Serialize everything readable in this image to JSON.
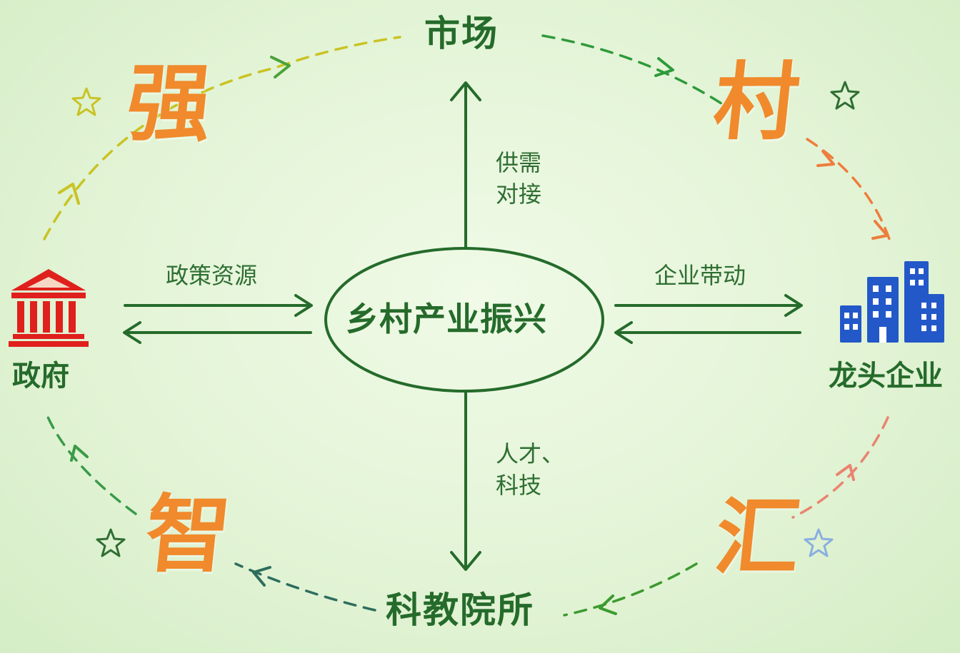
{
  "center": {
    "label": "乡村产业振兴"
  },
  "nodes": {
    "market": "市场",
    "government": "政府",
    "enterprise": "龙头企业",
    "research": "科教院所"
  },
  "edges": {
    "market": [
      "供需",
      "对接"
    ],
    "government": "政策资源",
    "enterprise": "企业带动",
    "research": [
      "人才、",
      "科技"
    ]
  },
  "corner_chars": {
    "top_left": "强",
    "top_right": "村",
    "bottom_left": "智",
    "bottom_right": "汇"
  },
  "icons": {
    "government": "government-building-icon",
    "enterprise": "city-buildings-icon",
    "stars": "star-icon"
  },
  "colors": {
    "node_text": "#256b2b",
    "arrow": "#256b2b",
    "corner_chars": "#f08a2c",
    "government_icon": "#e0201c",
    "enterprise_icon": "#2358c9",
    "ring_top_left": "#c9c324",
    "ring_top_right": "#2e9a3a",
    "ring_right": "#ee7d3c",
    "ring_bottom_right": "#e98470",
    "ring_bottom": "#3c9a2f",
    "ring_bottom_left": "#2d6d5e"
  }
}
